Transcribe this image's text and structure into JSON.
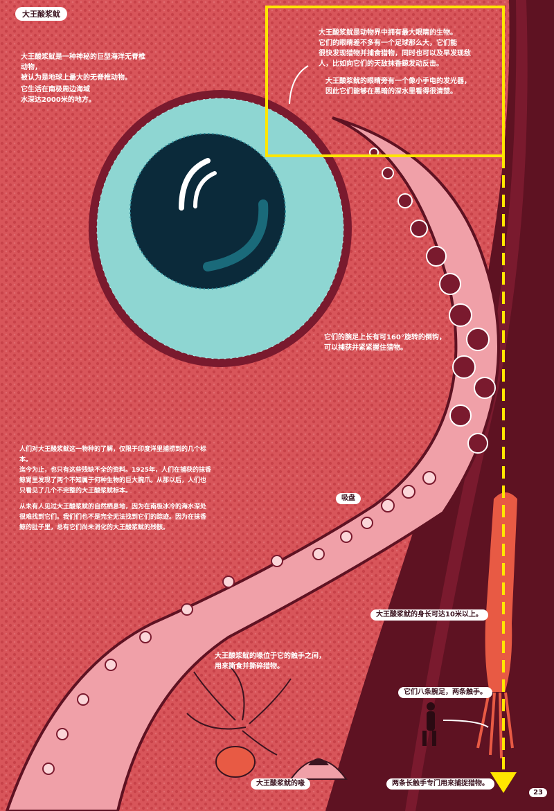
{
  "title": "大王酸浆鱿",
  "notes": {
    "intro_1": "大王酸浆鱿是一种神秘的巨型海洋无脊椎动物，",
    "intro_2": "被认为是地球上最大的无脊椎动物。",
    "habitat_1": "它生活在南极周边海域",
    "habitat_2": "水深达2000米的地方。",
    "eye_1": "大王酸浆鱿是动物界中拥有最大眼睛的生物。",
    "eye_2": "它们的眼睛差不多有一个足球那么大，它们能",
    "eye_3": "很快发现猎物并捕食猎物，同时也可以及早发现敌",
    "eye_4": "人，比如向它们的天敌抹香鲸发动反击。",
    "light_1": "大王酸浆鱿的眼睛旁有一个像小手电的发光器，",
    "light_2": "因此它们能够在黑暗的深水里看得很清楚。",
    "hook_1": "它们的腕足上长有可160°旋转的倒钩，",
    "hook_2": "可以捕获并紧紧握住猎物。",
    "history_1": "人们对大王酸浆鱿这一物种的了解，仅限于印度洋里捕捞到的几个标本。",
    "history_2": "迄今为止，也只有这些残缺不全的资料。1925年，人们在捕获的抹香",
    "history_3": "鲸胃里发现了两个不知属于何种生物的巨大腕爪。从那以后，人们也",
    "history_4": "只看见了几个不完整的大王酸浆鱿标本。",
    "history_5": "从未有人见过大王酸浆鱿的自然栖息地，因为在南极冰冷的海水深处",
    "history_6": "很难找到它们。我们们也不是完全无法找到它们的踪迹。因为在抹香",
    "history_7": "鲸的肚子里，总有它们尚未消化的大王酸浆鱿的残骸。",
    "sucker_label": "吸盘",
    "length_label": "大王酸浆鱿的身长可达10米以上。",
    "beak_1": "大王酸浆鱿的喙位于它的触手之间，",
    "beak_2": "用来撕食并撕碎猎物。",
    "arms_label": "它们八条腕足，两条触手。",
    "beak_caption": "大王酸浆鱿的喙",
    "tentacle_label": "两条长触手专门用来捕捉猎物。",
    "page_number": "23"
  },
  "colors": {
    "background": "#d8555a",
    "deep_sea": "#5e1222",
    "tentacle": "#f0a0a8",
    "iris": "#8ed6d2",
    "pupil": "#0b2a3a",
    "highlight": "#ffe600"
  },
  "icons": [
    "giant-eye",
    "tentacle",
    "squid-silhouette",
    "diver-silhouette",
    "beak",
    "arrow-down"
  ]
}
